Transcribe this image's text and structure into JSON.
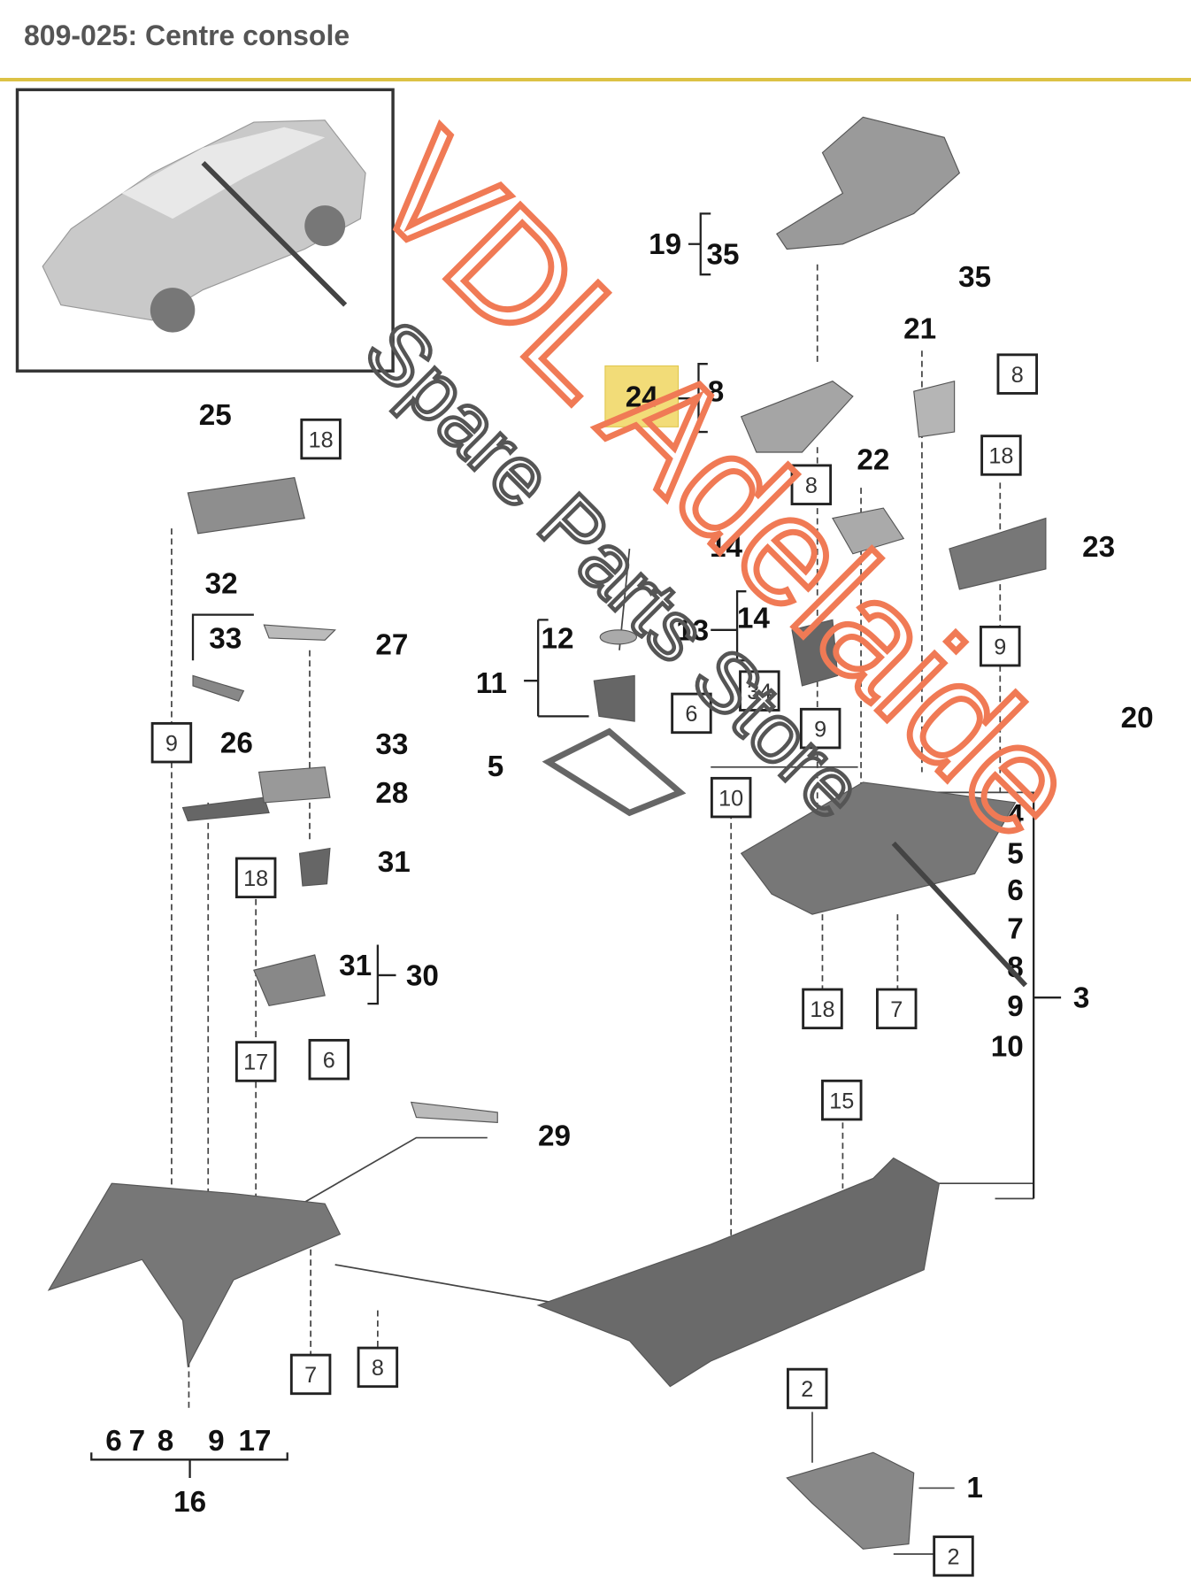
{
  "header": {
    "title": "809-025: Centre console"
  },
  "watermark": {
    "line1": "VDL Adelaide",
    "line2": "Spare Parts Store"
  },
  "highlight_color": "#f2dc78",
  "accent_color": "#dcc245",
  "callouts": [
    "19",
    "35",
    "35",
    "21",
    "24",
    "8",
    "25",
    "22",
    "23",
    "32",
    "33",
    "27",
    "14",
    "14",
    "13",
    "12",
    "11",
    "20",
    "26",
    "33",
    "5",
    "28",
    "4",
    "5",
    "6",
    "7",
    "8",
    "9",
    "3",
    "10",
    "31",
    "31",
    "30",
    "29",
    "1",
    "16",
    "6",
    "7",
    "8",
    "9",
    "17"
  ],
  "boxed_callouts": [
    "18",
    "8",
    "18",
    "8",
    "9",
    "9",
    "6",
    "34",
    "9",
    "10",
    "18",
    "18",
    "7",
    "17",
    "6",
    "15",
    "7",
    "8",
    "2",
    "2"
  ]
}
